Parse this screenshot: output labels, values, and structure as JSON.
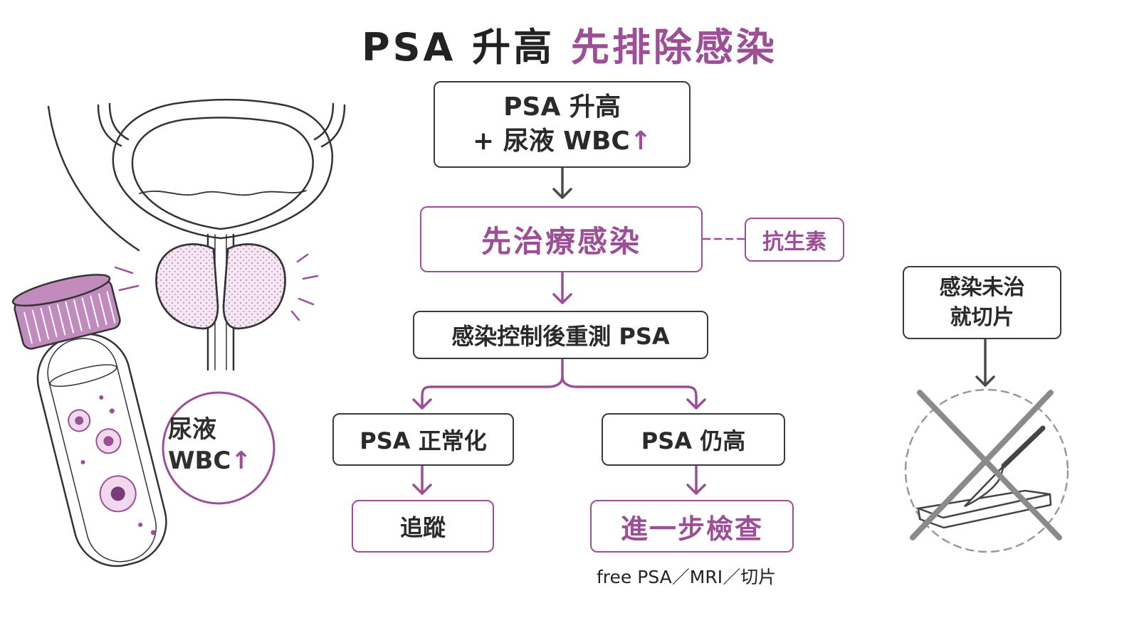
{
  "title": {
    "prefix": "PSA 升高",
    "accent": "先排除感染"
  },
  "flow": {
    "start": {
      "line1": "PSA 升高",
      "line2_text": "+ 尿液 WBC",
      "line2_arrow": "↑"
    },
    "treat": "先治療感染",
    "antibiotic": "抗生素",
    "retest": "感染控制後重測 PSA",
    "normal": "PSA 正常化",
    "still_high": "PSA 仍高",
    "follow_up": "追蹤",
    "further": "進一步檢查",
    "further_note": "free PSA／MRI／切片"
  },
  "warning": {
    "line1": "感染未治",
    "line2": "就切片"
  },
  "illustration": {
    "circle_line1": "尿液",
    "circle_line2_text": "WBC",
    "circle_line2_arrow": "↑"
  },
  "colors": {
    "accent": "#9c4f96",
    "ink": "#3a3a3a",
    "light_accent": "#f4e6f2",
    "cross": "#8a8a8a"
  }
}
